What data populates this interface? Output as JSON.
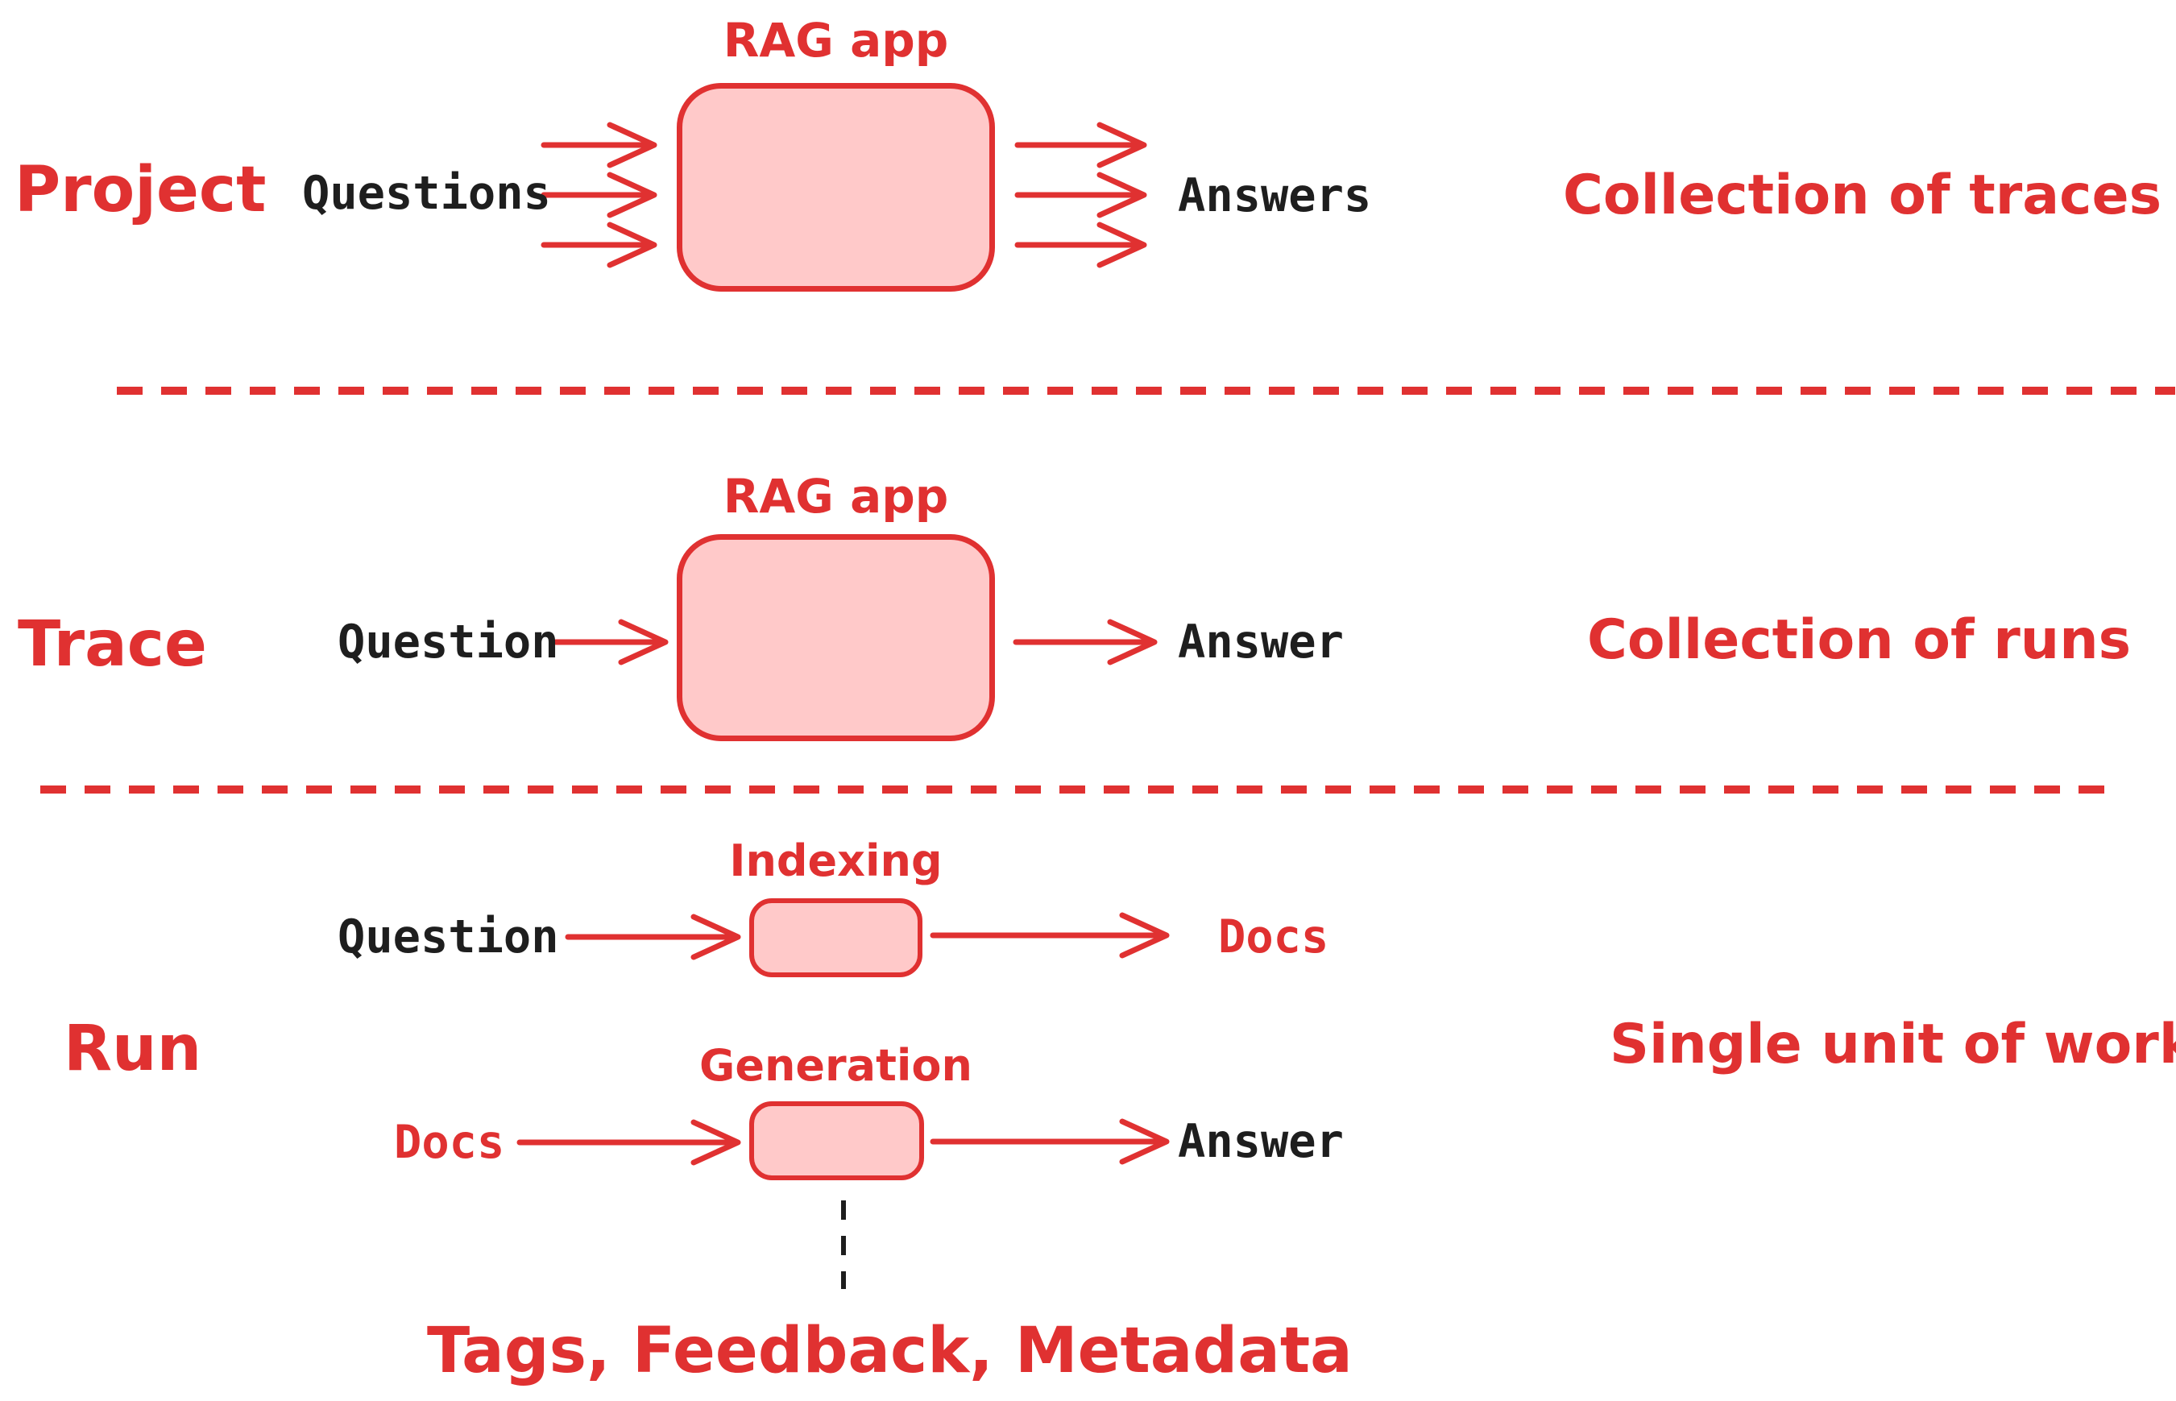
{
  "colors": {
    "accent_red": "#e03131",
    "box_fill": "#ffc9c9",
    "text_dark": "#1e1e1e",
    "background": "#ffffff"
  },
  "sections": {
    "project": {
      "label": "Project",
      "input": "Questions",
      "box_label": "RAG app",
      "output": "Answers",
      "annotation": "Collection of traces"
    },
    "trace": {
      "label": "Trace",
      "input": "Question",
      "box_label": "RAG app",
      "output": "Answer",
      "annotation": "Collection of runs"
    },
    "run": {
      "label": "Run",
      "annotation": "Single unit of work",
      "indexing": {
        "input": "Question",
        "box_label": "Indexing",
        "output": "Docs"
      },
      "generation": {
        "input": "Docs",
        "box_label": "Generation",
        "output": "Answer"
      },
      "footnote": "Tags, Feedback, Metadata"
    }
  }
}
